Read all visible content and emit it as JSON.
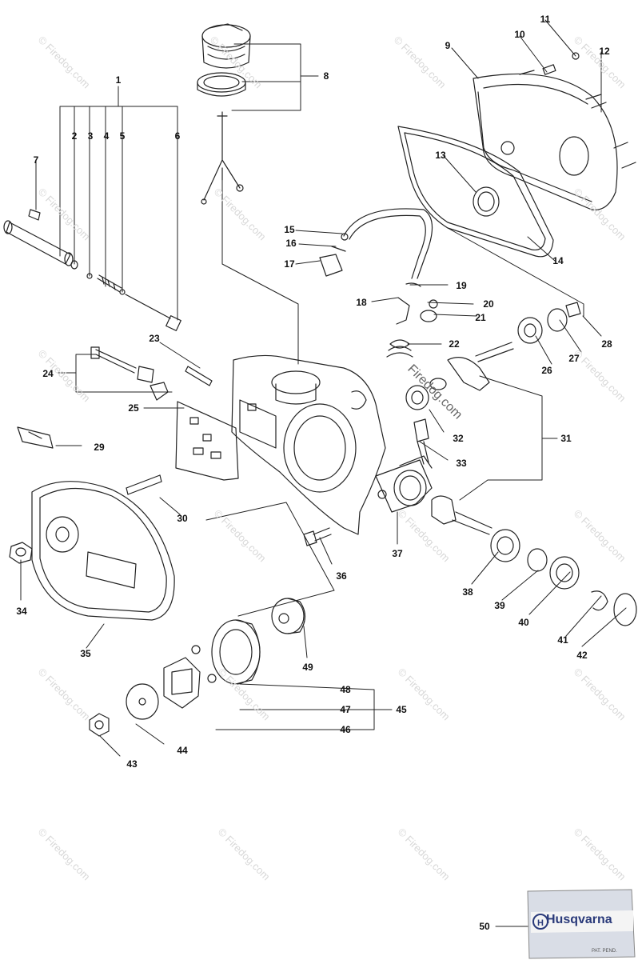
{
  "watermark": {
    "text": "© Firedog.com",
    "center_text": "Firedog.com"
  },
  "brand": {
    "name": "Husqvarna",
    "small_text": "PAT. PEND."
  },
  "callouts": [
    "1",
    "2",
    "3",
    "4",
    "5",
    "6",
    "7",
    "8",
    "9",
    "10",
    "11",
    "12",
    "13",
    "14",
    "15",
    "16",
    "17",
    "18",
    "19",
    "20",
    "21",
    "22",
    "23",
    "24",
    "25",
    "26",
    "27",
    "28",
    "29",
    "30",
    "31",
    "32",
    "33",
    "34",
    "35",
    "36",
    "37",
    "38",
    "39",
    "40",
    "41",
    "42",
    "43",
    "44",
    "45",
    "46",
    "47",
    "48",
    "49",
    "50"
  ]
}
